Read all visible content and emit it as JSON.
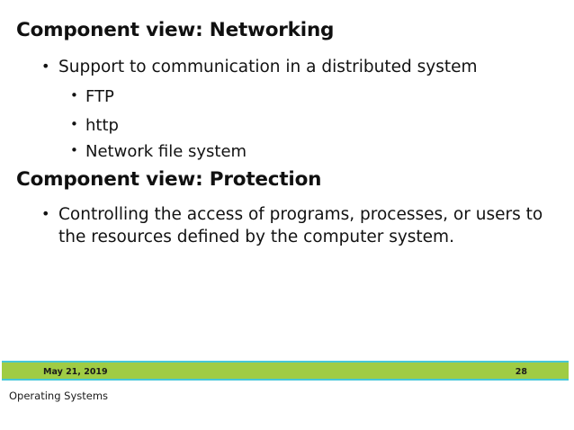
{
  "slide": {
    "sections": [
      {
        "heading": "Component view: Networking",
        "bullets": [
          {
            "level": 1,
            "text": "Support to communication in a distributed system",
            "glyph": "•"
          },
          {
            "level": 2,
            "text": "FTP",
            "glyph": "•"
          },
          {
            "level": 2,
            "text": "http",
            "glyph": "•"
          },
          {
            "level": 2,
            "text": "Network file system",
            "glyph": "•"
          }
        ]
      },
      {
        "heading": "Component view: Protection",
        "bullets": [
          {
            "level": 1,
            "text": "Controlling the access of programs, processes, or users to the resources defined by the computer system.",
            "glyph": "•"
          }
        ]
      }
    ]
  },
  "footer": {
    "date": "May 21, 2019",
    "page_number": "28",
    "subtitle": "Operating Systems",
    "bar_color": "#a0cc44",
    "bar_border_color": "#46c7d8"
  }
}
